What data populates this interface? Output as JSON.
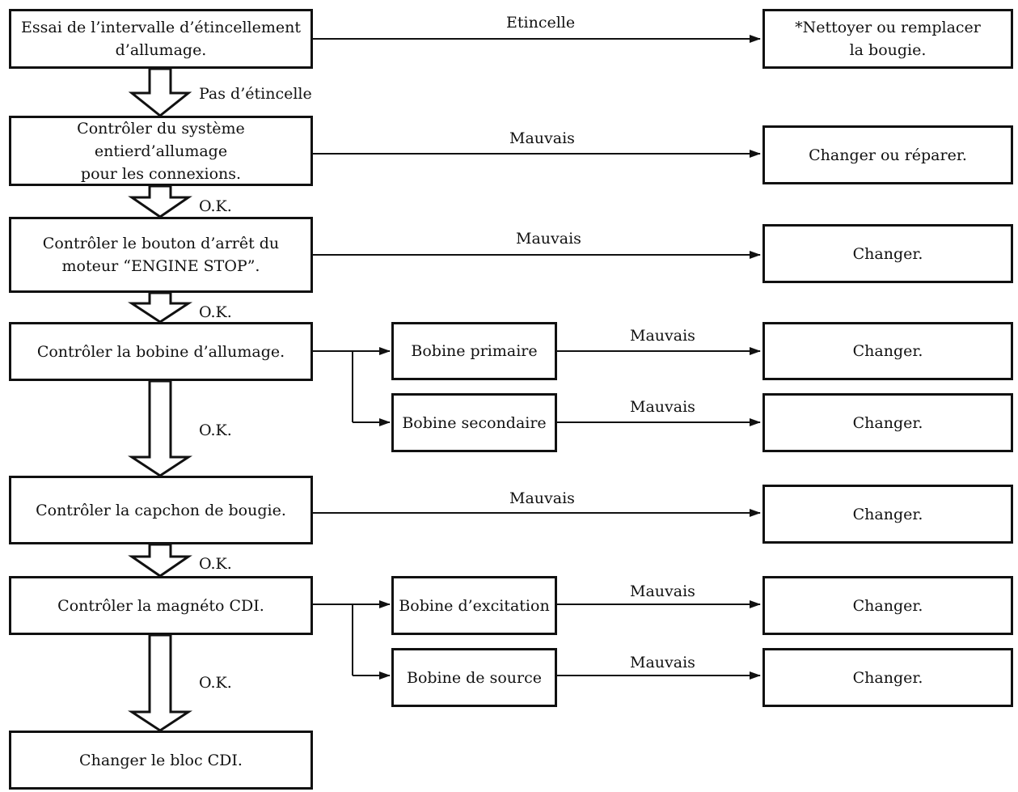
{
  "steps": [
    "Essai de l’intervalle d’étincellement\nd’allumage.",
    "Contrôler du système entierd’allumage\npour les connexions.",
    "Contrôler le bouton d’arrêt du\nmoteur “ENGINE STOP”.",
    "Contrôler la bobine d’allumage.",
    "Contrôler la capchon de bougie.",
    "Contrôler la magnéto CDI.",
    "Changer le bloc CDI."
  ],
  "sub_checks": [
    "Bobine primaire",
    "Bobine secondaire",
    "Bobine d’excitation",
    "Bobine de source"
  ],
  "outcomes": [
    "*Nettoyer ou remplacer\nla bougie.",
    "Changer ou réparer.",
    "Changer.",
    "Changer.",
    "Changer.",
    "Changer.",
    "Changer.",
    "Changer."
  ],
  "branch_labels": [
    "Etincelle",
    "Mauvais",
    "Mauvais",
    "Mauvais",
    "Mauvais",
    "Mauvais",
    "Mauvais",
    "Mauvais"
  ],
  "flow_labels": [
    "Pas d’étincelle",
    "O.K.",
    "O.K.",
    "O.K.",
    "O.K.",
    "O.K."
  ]
}
